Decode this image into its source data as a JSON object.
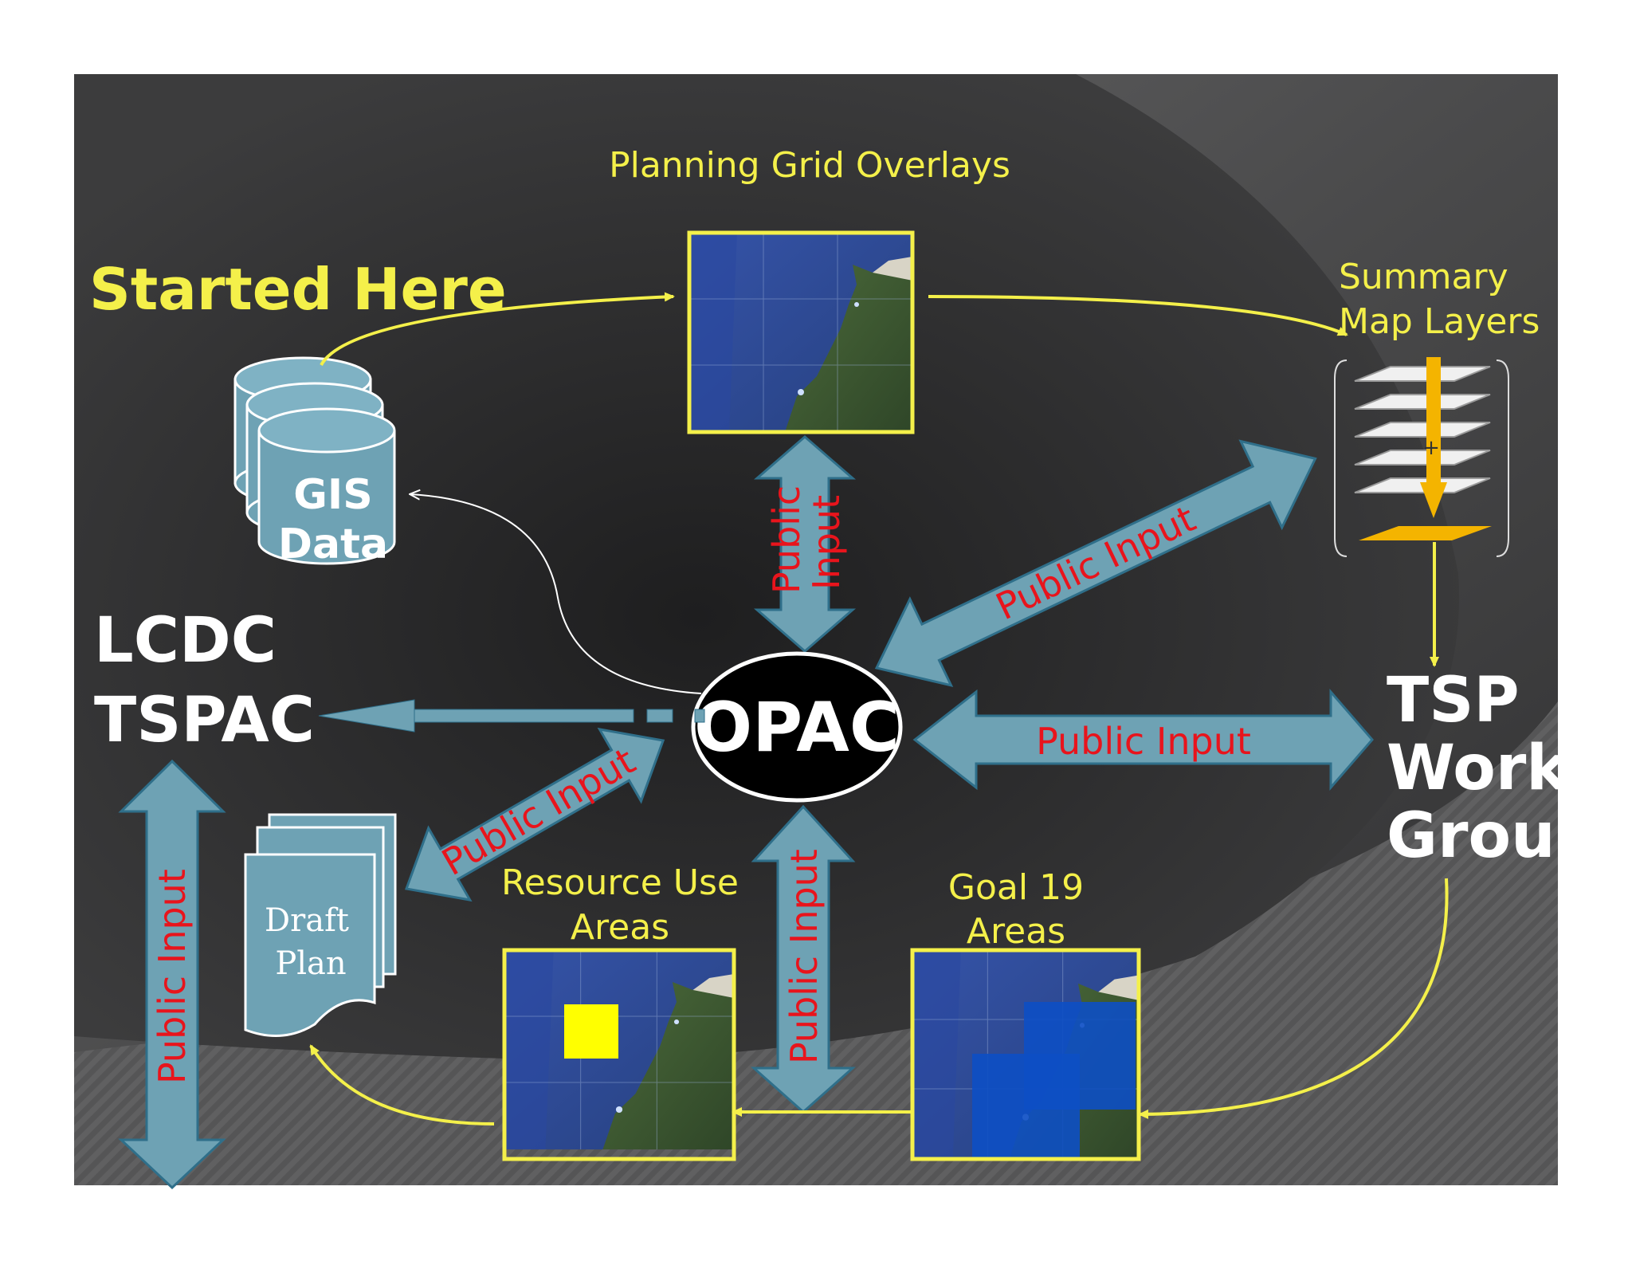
{
  "labels": {
    "planning_grid": "Planning Grid Overlays",
    "started_here": "Started Here",
    "summary_line1": "Summary",
    "summary_line2": "Map Layers",
    "gis_line1": "GIS",
    "gis_line2": "Data",
    "lcdc": "LCDC",
    "tspac": "TSPAC",
    "opac": "OPAC",
    "tsp_line1": "TSP",
    "tsp_line2": "Work",
    "tsp_line3": "Group",
    "draft_line1": "Draft",
    "draft_line2": "Plan",
    "resource_line1": "Resource Use",
    "resource_line2": "Areas",
    "goal_line1": "Goal 19",
    "goal_line2": "Areas"
  },
  "public_input": {
    "top_line1": "Public",
    "top_line2": "Input",
    "diagonal_right": "Public Input",
    "horizontal_right": "Public Input",
    "diagonal_left": "Public Input",
    "bottom": "Public Input",
    "left_vertical": "Public Input"
  },
  "colors": {
    "label_yellow": "#f4f04a",
    "public_input_red": "#e8141c",
    "arrow_teal": "#6ea2b4",
    "map_border": "#f4f04a",
    "background_dark": "#3a3a3b"
  }
}
